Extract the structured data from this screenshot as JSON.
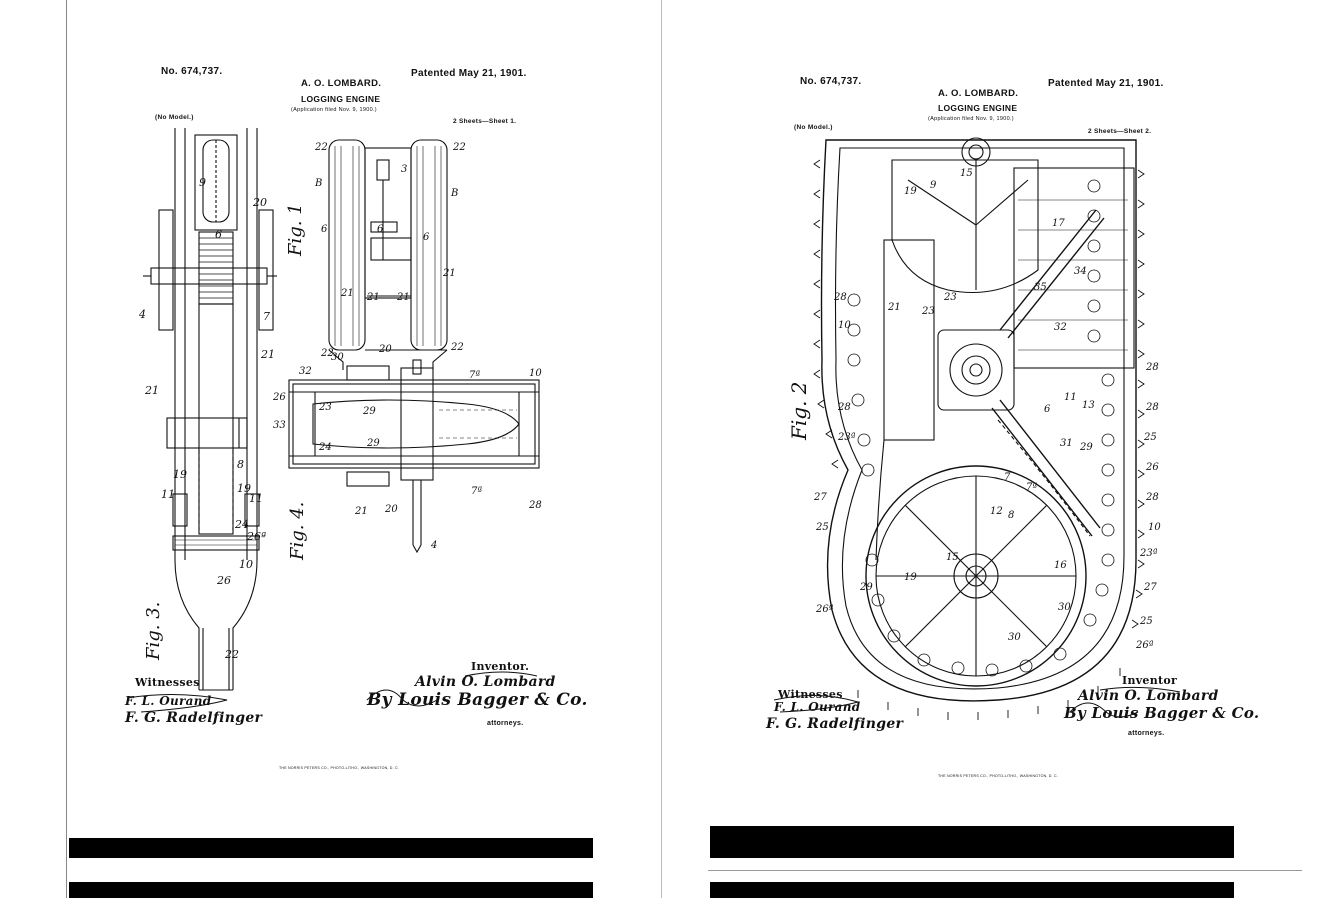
{
  "sheets": [
    {
      "patent_number": "No. 674,737.",
      "patent_date": "Patented May 21, 1901.",
      "inventor_name": "A. O. LOMBARD.",
      "title": "LOGGING ENGINE",
      "application": "(Application filed Nov. 9, 1900.)",
      "model_note": "(No Model.)",
      "sheet_label": "2 Sheets—Sheet 1.",
      "witnesses_label": "Witnesses",
      "witness_1": "F. L. Ourand",
      "witness_2": "F. G. Radelfinger",
      "inventor_label": "Inventor.",
      "inventor_signature": "Alvin O. Lombard",
      "by_attorney": "By Louis Bagger & Co.",
      "attorneys_label": "attorneys.",
      "printer": "THE NORRIS PETERS CO., PHOTO-LITHO., WASHINGTON, D. C.",
      "figures": [
        "Fig. 1",
        "Fig. 3.",
        "Fig. 4."
      ]
    },
    {
      "patent_number": "No. 674,737.",
      "patent_date": "Patented May 21, 1901.",
      "inventor_name": "A. O. LOMBARD.",
      "title": "LOGGING ENGINE",
      "application": "(Application filed Nov. 9, 1900.)",
      "model_note": "(No Model.)",
      "sheet_label": "2 Sheets—Sheet 2.",
      "witnesses_label": "Witnesses",
      "witness_1": "F. L. Ourand",
      "witness_2": "F. G. Radelfinger",
      "inventor_label": "Inventor",
      "inventor_signature": "Alvin O. Lombard",
      "by_attorney": "By Louis Bagger & Co.",
      "attorneys_label": "attorneys.",
      "printer": "THE NORRIS PETERS CO., PHOTO-LITHO., WASHINGTON, D. C.",
      "figures": [
        "Fig. 2"
      ]
    }
  ],
  "colors": {
    "ink": "#111111",
    "paper": "#ffffff",
    "bar": "#000000"
  }
}
